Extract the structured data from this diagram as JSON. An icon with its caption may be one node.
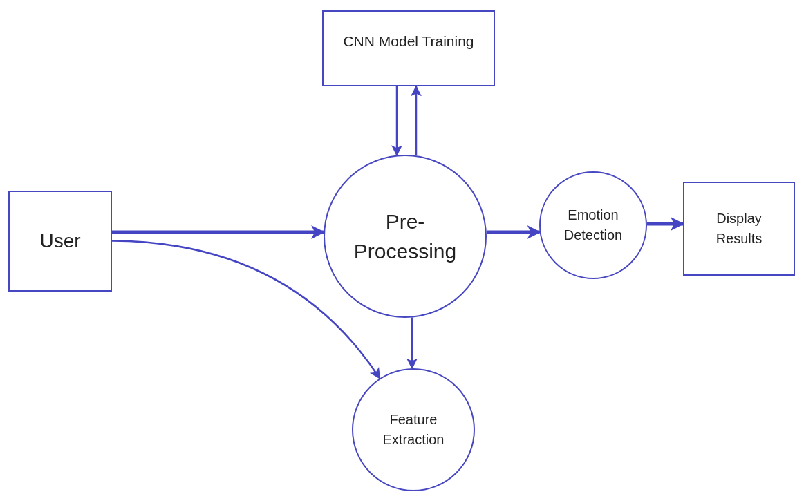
{
  "diagram": {
    "nodes": [
      {
        "text": [
          "CNN Model Training"
        ]
      },
      {
        "text": [
          "User"
        ]
      },
      {
        "text": [
          "Pre- Processing"
        ]
      },
      {
        "text": [
          "Emotion Detection"
        ]
      },
      {
        "text": [
          "Display Results"
        ]
      },
      {
        "text": [
          "Feature Extraction"
        ]
      }
    ],
    "edges": [
      {
        "from": 1,
        "to": 2,
        "arrow": "to",
        "style": "thick"
      },
      {
        "from": 1,
        "to": 5,
        "arrow": "to"
      },
      {
        "from": 0,
        "to": 2,
        "arrow": "to"
      },
      {
        "from": 2,
        "to": 0,
        "arrow": "to"
      },
      {
        "from": 2,
        "to": 3,
        "arrow": "to",
        "style": "thick"
      },
      {
        "from": 3,
        "to": 4,
        "arrow": "to",
        "style": "thick"
      },
      {
        "from": 2,
        "to": 5,
        "arrow": "to"
      }
    ]
  }
}
